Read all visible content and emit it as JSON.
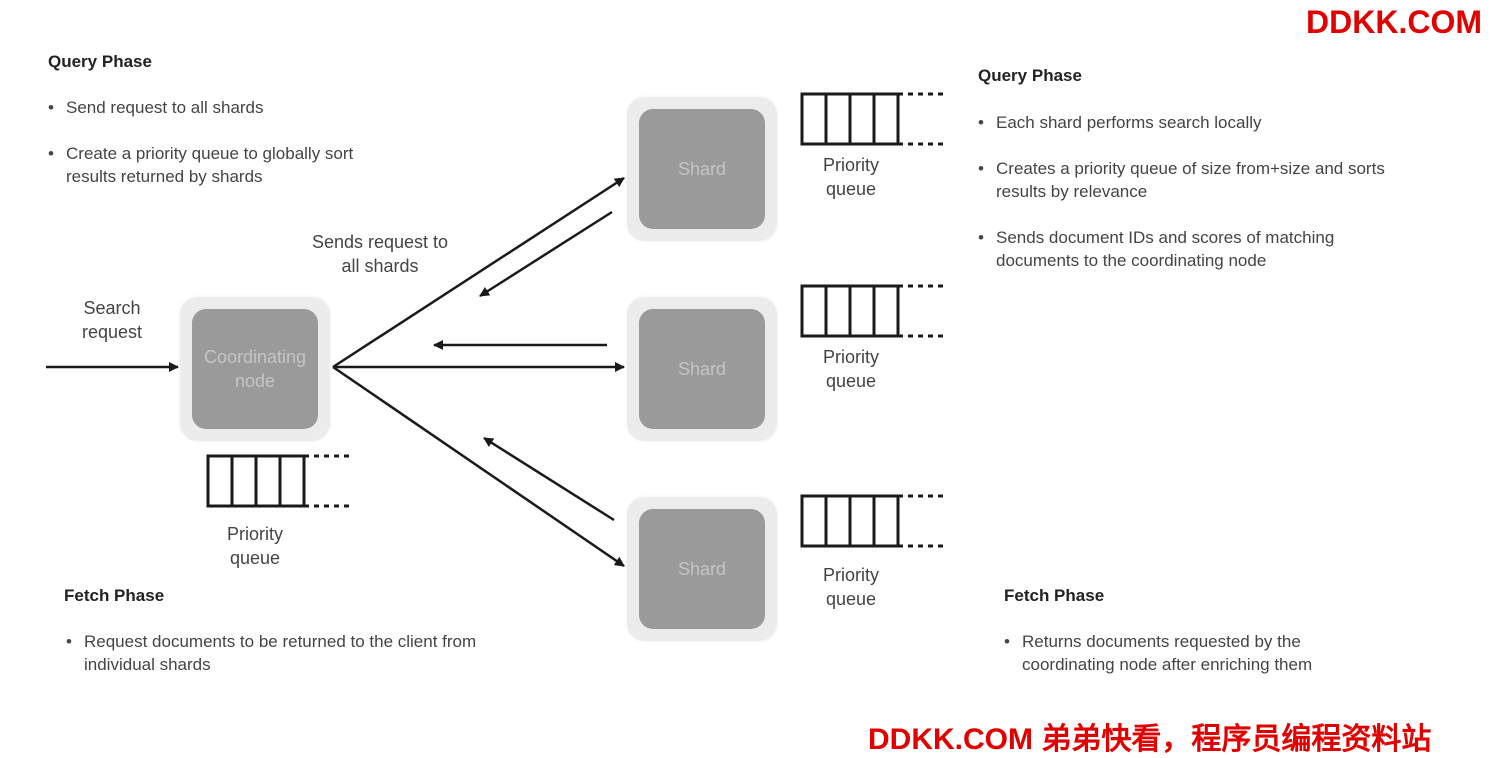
{
  "left_query": {
    "heading": "Query Phase",
    "bullets": [
      "Send request to all shards",
      "Create a priority queue to globally sort results returned by shards"
    ]
  },
  "right_query": {
    "heading": "Query Phase",
    "bullets": [
      "Each shard performs search locally",
      "Creates a priority queue of size from+size and sorts results by relevance",
      "Sends document IDs and scores of matching documents to the coordinating node"
    ]
  },
  "left_fetch": {
    "heading": "Fetch Phase",
    "bullets": [
      "Request documents to be returned to the client from individual shards"
    ]
  },
  "right_fetch": {
    "heading": "Fetch Phase",
    "bullets": [
      "Returns documents requested by the coordinating node after enriching them"
    ]
  },
  "labels": {
    "search_request": "Search request",
    "sends_request": "Sends request to all shards",
    "coordinating_node": "Coordinating node",
    "shard": "Shard",
    "priority_queue": "Priority queue"
  },
  "watermarks": {
    "top": "DDKK.COM",
    "bottom": "DDKK.COM 弟弟快看，程序员编程资料站"
  },
  "colors": {
    "node_outer": "#ececec",
    "node_inner": "#9a9a9a",
    "watermark": "#e00000"
  }
}
